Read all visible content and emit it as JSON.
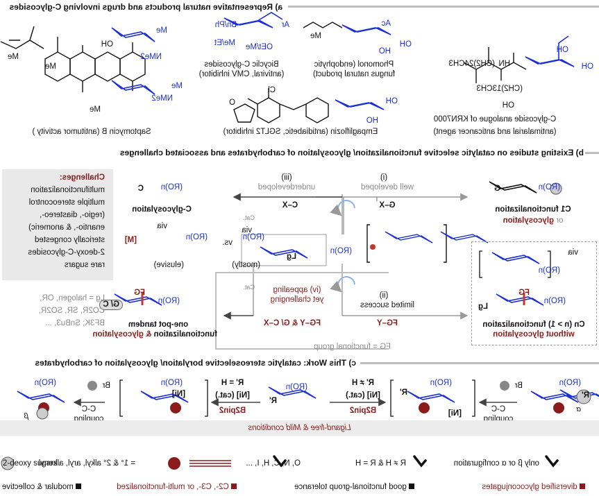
{
  "section_a": {
    "title": "a) Representative natural products and drugs involving C-glycosides",
    "products": [
      {
        "name": "Saptomycin B (antitumor activity )",
        "desc": ""
      },
      {
        "name": "Bicyclic C-glycosides",
        "desc": "(antiviral, CMV inhibitor)"
      },
      {
        "name": "Phomonol (endophytic",
        "desc": "fungus natural product)"
      },
      {
        "name": "C-glycoside analogue of KRN7000",
        "desc": "(antimalarial and anticancer agent)"
      },
      {
        "name": "Empagliflozin (antidiabetic, SGLT2 inhibitor)",
        "desc": ""
      }
    ],
    "labels": {
      "me": "Me",
      "oh": "OH",
      "nme2": "NMe2",
      "ho": "HO",
      "bn_ph": "Bn/Ph",
      "ar": "Ar",
      "me_et": "Me/Et",
      "oet_me": "OEt/Me",
      "ac": "Ac",
      "cl": "Cl",
      "o": "O",
      "hn": "HN",
      "ch2_24": "(CH2)24CH3",
      "ch2_13": "(CH2)13CH3"
    }
  },
  "section_b": {
    "title": "b) Existing studies on catalytic selective functionalization/ glycosylation of carbohydrates and associated challenges",
    "challenges_title": "Challenges:",
    "challenges": [
      "multifunctionalization",
      "multiple stereocontrol",
      "(regio-, diastereo-,",
      "enantio-, & anomeric)",
      "sterically congested",
      "2-deoxy-C-glycosides",
      "rare sugars"
    ],
    "lg_note": [
      "Lg = halogen, OR,",
      "CO2R, SR, SO2R,",
      "BF3K; SnBu3, ..."
    ],
    "path_i": {
      "roman": "(i)",
      "status": "well developed",
      "reagent": "G–X",
      "product": "C1 functionalization",
      "or": "or",
      "glyc": "glycosylation"
    },
    "path_ii": {
      "roman": "(ii)",
      "status": "limited success",
      "reagent": "FG–Y",
      "product": "Cn (n > 1) functionalization",
      "without": "without glycosylation",
      "via": "via"
    },
    "path_iii": {
      "roman": "(iii)",
      "status": "underdeveloped",
      "reagent": "C–X",
      "product": "C-glycosylation",
      "via": "via",
      "mostly": "(mostly)",
      "vs": "vs.",
      "elusive": "(elusive)",
      "metal": "[M]"
    },
    "path_iv": {
      "roman": "(iv)",
      "status1": "appealing",
      "status2": "yet challenging",
      "reagent": "FG–Y & G/ C–X",
      "product": "one-pot tandem",
      "product2_a": "functionalization",
      "product2_amp": "&",
      "product2_b": "glycosylation",
      "gc": "G/ C"
    },
    "center": "Lg",
    "cat": "Cat.",
    "ro": "(RO)n",
    "fg": "FG",
    "g": "G",
    "c": "C",
    "fg_note": "FG = functional group"
  },
  "section_c": {
    "title": "c) This Work: catalytic stereoselective borylation/ glycosylation of carbohydrates",
    "right_cond": {
      "rprime": "R' ≠ H",
      "cat": "[Ni] (cat.)",
      "b": "B2pin2"
    },
    "left_cond": {
      "rprime": "R' = H",
      "cat": "[Ni] (cat.)",
      "b": "B2pin2"
    },
    "coupling": [
      "C-C",
      "coupling"
    ],
    "ni": "[Ni]",
    "br": "Br",
    "alpha": "α",
    "beta": "β",
    "rprime": "R'",
    "ligand_free": "Ligand-free & Mild conditions",
    "legend_c": "= 1° & 2° alkyl, aryl, alkenyl",
    "legend_b": "O, N, C, H, I, ...",
    "check1": "R ≠ H & R = H",
    "check2": "only β or α configuration",
    "check3": "2-deoxy sugars",
    "features": [
      "modular & collective",
      "C2-, C3-, or multi-functionalized",
      "good functional-group tolerance",
      "diversified glycoconjugates"
    ],
    "colors": {
      "accent": "#8b1a1a",
      "sugar": "#1a2fd6",
      "gray": "#8a8a8a"
    }
  }
}
